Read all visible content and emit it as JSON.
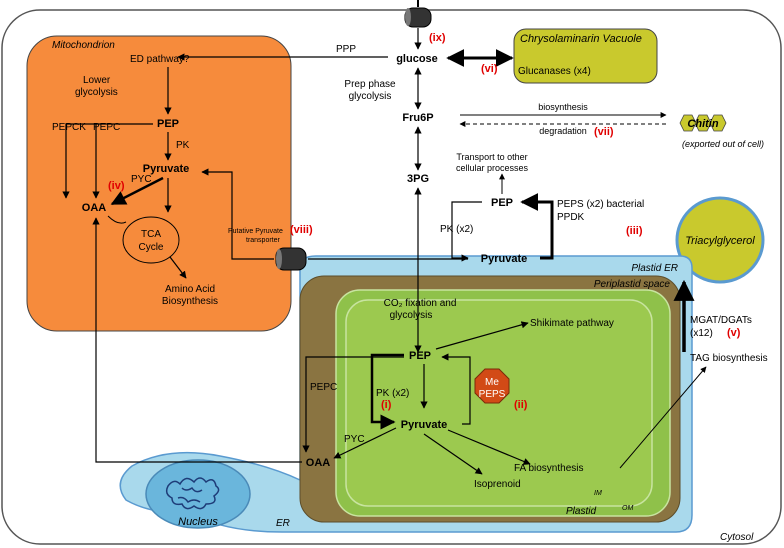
{
  "regions": {
    "mitochondrion": "Mitochondrion",
    "vacuole": "Chrysolaminarin Vacuole",
    "periplastid": "Periplastid space",
    "plastid_er": "Plastid ER",
    "plastid": "Plastid",
    "er": "ER",
    "cytosol": "Cytosol",
    "nucleus": "Nucleus",
    "im": "IM",
    "om": "OM",
    "tag": "Triacylglycerol"
  },
  "labels": {
    "glucose": "glucose",
    "fru6p": "Fru6P",
    "pg3": "3PG",
    "pep_cyt": "PEP",
    "pyr_cyt": "Pyruvate",
    "pep_mito": "PEP",
    "pyr_mito": "Pyruvate",
    "oaa_mito": "OAA",
    "pep_pl": "PEP",
    "pyr_pl": "Pyruvate",
    "oaa_pl": "OAA",
    "ppp": "PPP",
    "ed": "ED pathway?",
    "lower_1": "Lower",
    "lower_2": "glycolysis",
    "pepck": "PEPCK",
    "pepc_mito": "PEPC",
    "pk_mito": "PK",
    "pyc_mito": "PYC",
    "tca_1": "TCA",
    "tca_2": "Cycle",
    "amino_1": "Amino Acid",
    "amino_2": "Biosynthesis",
    "prep_1": "Prep phase",
    "prep_2": "glycolysis",
    "glucanases": "Glucanases (x4)",
    "biosyn": "biosynthesis",
    "degrad": "degradation",
    "chitin": "Chitin",
    "exported": "(exported out of cell)",
    "transport_1": "Transport to other",
    "transport_2": "cellular processes",
    "pk_x2": "PK (x2)",
    "peps_1": "PEPS (x2) bacterial",
    "ppdk": "PPDK",
    "putative_1": "Putative Pyruvate",
    "putative_2": "transporter",
    "co2_fix": "CO₂ fixation and",
    "co2_glyc": "glycolysis",
    "shikimate": "Shikimate pathway",
    "pepc_pl": "PEPC",
    "pk_x2_pl": "PK (x2)",
    "me": "Me",
    "peps": "PEPS",
    "pyc_pl": "PYC",
    "isoprenoid": "Isoprenoid",
    "fa_bio": "FA biosynthesis",
    "tag_bio": "TAG biosynthesis",
    "mgat_1": "MGAT/DGATs",
    "mgat_2": "(x12)"
  },
  "markers": {
    "i": "(i)",
    "ii": "(ii)",
    "iii": "(iii)",
    "iv": "(iv)",
    "v": "(v)",
    "vi": "(vi)",
    "vii": "(vii)",
    "viii": "(viii)",
    "ix": "(ix)"
  },
  "colors": {
    "mitochondrion": "#f68b3c",
    "vacuole": "#c9c92d",
    "plastid_er": "#a9d9ec",
    "periplastid": "#8a7441",
    "plastid_outer": "#8fc14a",
    "plastid_inner": "#9cc94f",
    "nucleus": "#6ab6dc",
    "peps_octagon": "#d24a16",
    "marker_red": "#e00000"
  }
}
